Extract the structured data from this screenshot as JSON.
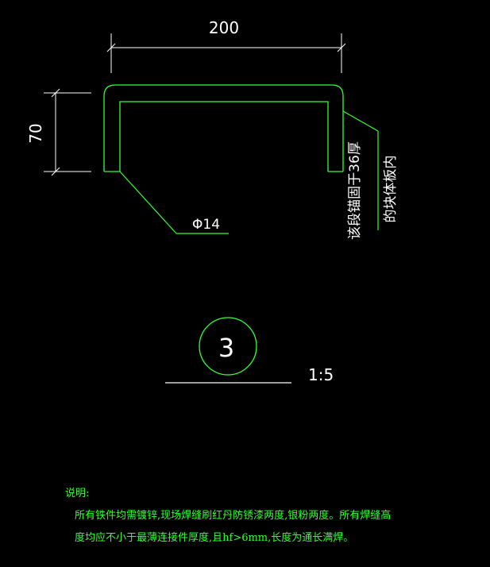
{
  "drawing": {
    "dim_width": "200",
    "dim_height": "70",
    "rebar_label": "Φ14",
    "vertical_note_1": "该段锚固于36厚",
    "vertical_note_2": "的块体板内",
    "detail_number": "3",
    "scale": "1:5"
  },
  "notes": {
    "title": "说明:",
    "line1": "所有铁件均需镀锌,现场焊缝刷红丹防锈漆两度,银粉两度。所有焊缝高",
    "line2": "度均应不小于最薄连接件厚度,且hf>6mm,长度为通长满焊。"
  },
  "colors": {
    "background": "#000000",
    "linework_green": "#33ff33",
    "dimension_white": "#ffffff"
  }
}
